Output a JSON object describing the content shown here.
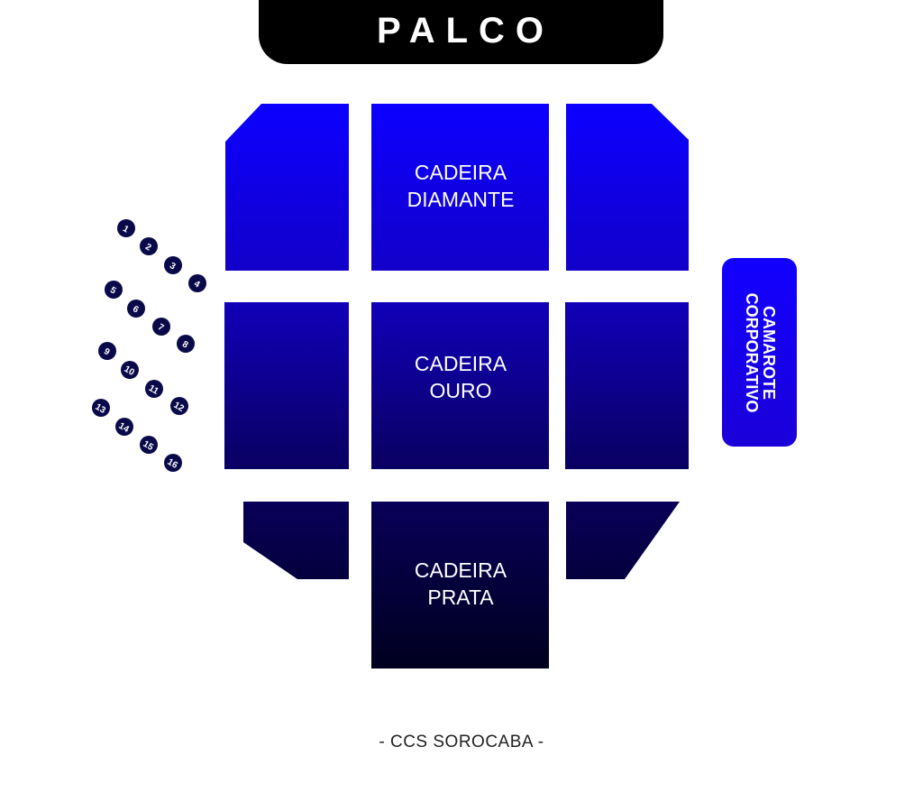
{
  "stage": {
    "label": "PALCO"
  },
  "sections": {
    "diamante": {
      "line1": "CADEIRA",
      "line2": "DIAMANTE"
    },
    "ouro": {
      "line1": "CADEIRA",
      "line2": "OURO"
    },
    "prata": {
      "line1": "CADEIRA",
      "line2": "PRATA"
    },
    "camarote": {
      "line1": "CAMAROTE",
      "line2": "CORPORATIVO"
    }
  },
  "boxes": [
    "1",
    "2",
    "3",
    "4",
    "5",
    "6",
    "7",
    "8",
    "9",
    "10",
    "11",
    "12",
    "13",
    "14",
    "15",
    "16"
  ],
  "footer": "- CCS SOROCABA -",
  "colors": {
    "top": "#0c00ff",
    "bottom": "#000024",
    "box": "#0a0a4a",
    "stage": "#000000"
  }
}
